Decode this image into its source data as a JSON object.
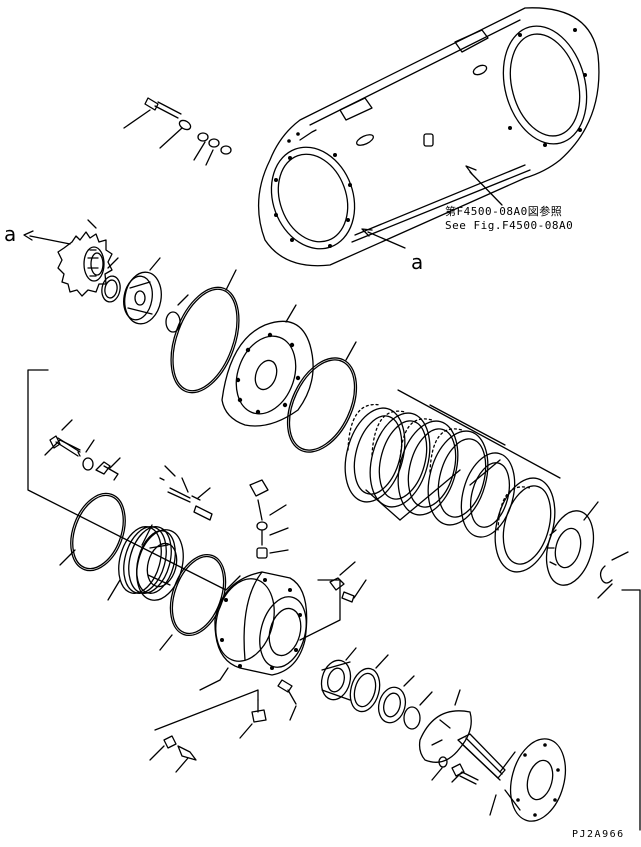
{
  "reference": {
    "line1": "第F4500-08A0図参照",
    "line2": "See Fig.F4500-08A0"
  },
  "callouts": {
    "a_left": "a",
    "a_right": "a"
  },
  "drawing_code": "PJ2A966",
  "colors": {
    "ink": "#000000",
    "paper": "#ffffff"
  }
}
